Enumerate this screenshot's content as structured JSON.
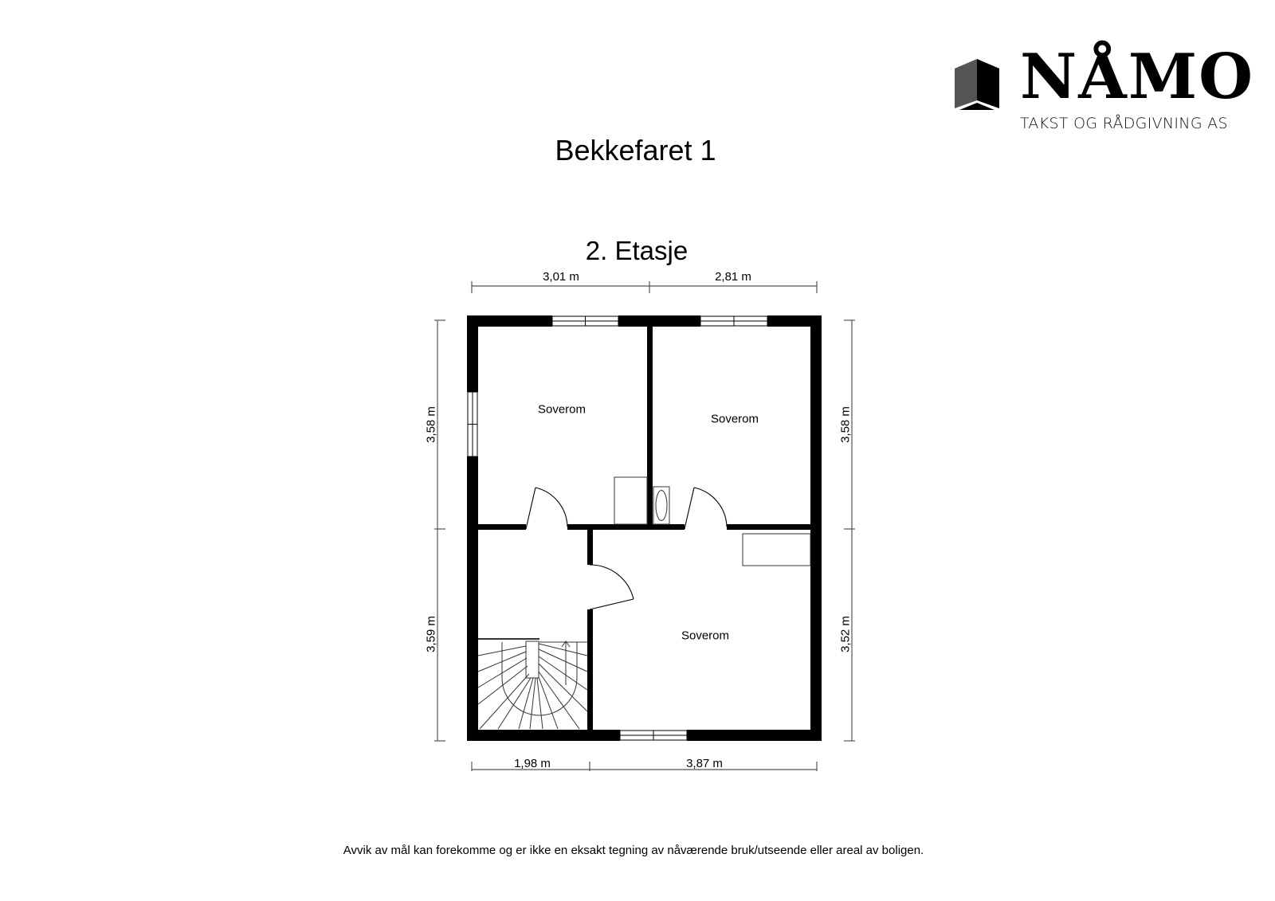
{
  "logo": {
    "wordmark": "NÅMO",
    "tagline": "TAKST OG RÅDGIVNING AS",
    "mark_icon": "house-cube-icon",
    "colors": {
      "dark": "#000000",
      "mid": "#555555"
    }
  },
  "header": {
    "title": "Bekkefaret 1"
  },
  "floor": {
    "title": "2. Etasje",
    "rooms": [
      {
        "id": "bedroom-top-left",
        "label": "Soverom"
      },
      {
        "id": "bedroom-top-right",
        "label": "Soverom"
      },
      {
        "id": "bedroom-bottom-right",
        "label": "Soverom"
      }
    ],
    "dimensions": {
      "top": [
        "3,01 m",
        "2,81 m"
      ],
      "bottom": [
        "1,98 m",
        "3,87 m"
      ],
      "left": [
        "3,58 m",
        "3,59 m"
      ],
      "right": [
        "3,58 m",
        "3,52 m"
      ]
    },
    "features": [
      "stairs-with-up-arrow",
      "bathtub",
      "doors",
      "windows",
      "wardrobe"
    ]
  },
  "footer": {
    "disclaimer": "Avvik av mål kan forekomme og er ikke en eksakt tegning av nåværende bruk/utseende eller areal av boligen."
  }
}
